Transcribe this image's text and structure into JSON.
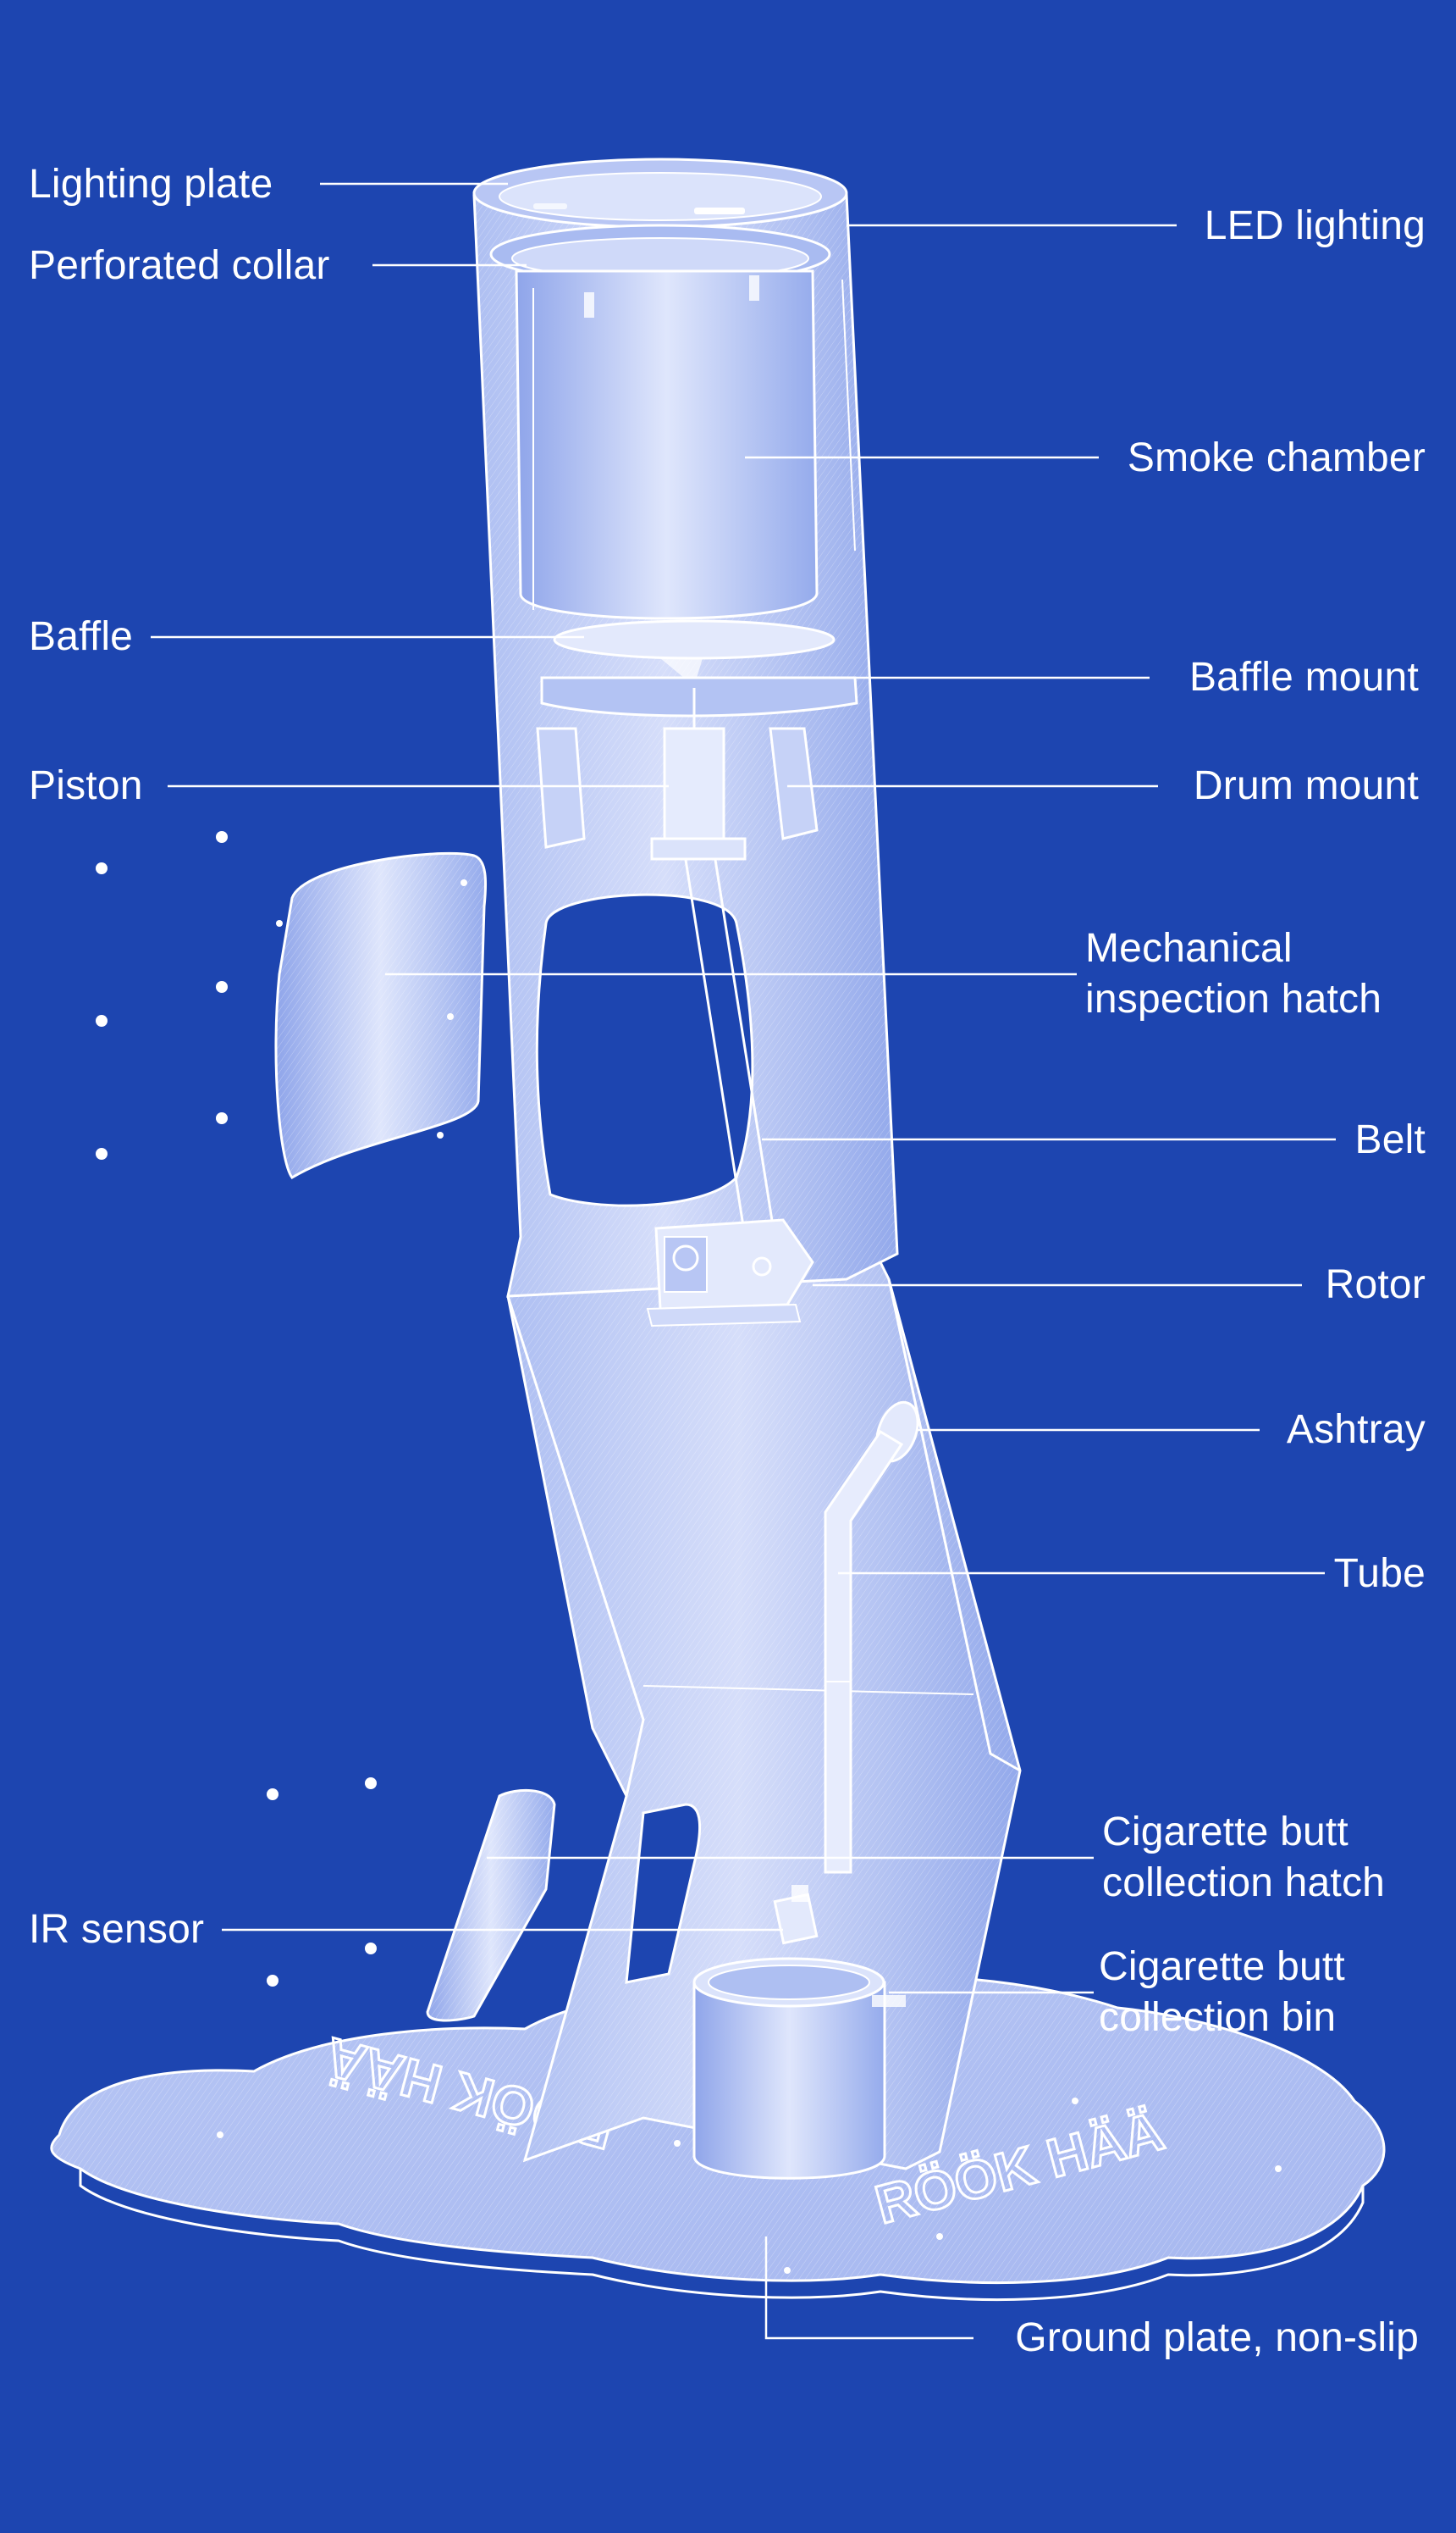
{
  "colors": {
    "background": "#1d45b0",
    "line": "#ffffff",
    "body_fill": "#c9d4f7",
    "body_shade": "#8ea4ea"
  },
  "labels": {
    "lighting_plate": "Lighting plate",
    "perforated_collar": "Perforated collar",
    "led_lighting": "LED lighting",
    "smoke_chamber": "Smoke chamber",
    "baffle": "Baffle",
    "baffle_mount": "Baffle mount",
    "piston": "Piston",
    "drum_mount": "Drum mount",
    "inspection_hatch_line1": "Mechanical",
    "inspection_hatch_line2": "inspection hatch",
    "belt": "Belt",
    "rotor": "Rotor",
    "ashtray": "Ashtray",
    "tube": "Tube",
    "butt_hatch_line1": "Cigarette butt",
    "butt_hatch_line2": "collection hatch",
    "ir_sensor": "IR sensor",
    "butt_bin_line1": "Cigarette butt",
    "butt_bin_line2": "collection bin",
    "ground_plate": "Ground plate, non-slip"
  },
  "plate_logo": {
    "left_text": "RÖÖK HÄÄ",
    "right_text": "RÖÖK HÄÄ"
  }
}
